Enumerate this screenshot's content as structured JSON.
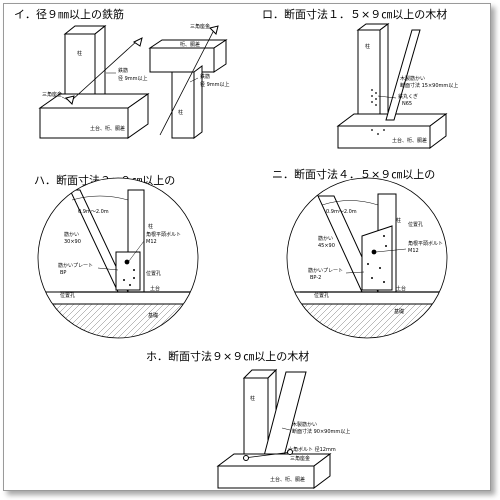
{
  "panels": {
    "i": {
      "title": "イ．径９㎜以上の鉄筋",
      "labels": {
        "post1": "柱",
        "rebar1": "鉄筋",
        "rebar1_spec": "径 9mm以上",
        "triangle1": "三角座金",
        "base1": "土台、桁、胴差",
        "triangle2": "三角座金",
        "base2": "桁、胴差",
        "rebar2": "鉄筋",
        "rebar2_spec": "径 9mm以上",
        "post2": "柱"
      }
    },
    "ro": {
      "title": "ロ．断面寸法１．５×９㎝以上の木材",
      "labels": {
        "post": "柱",
        "brace": "木製筋かい",
        "brace_spec": "断面寸法 15×90mm以上",
        "nail": "鉄丸くぎ",
        "nail_spec": "N65",
        "base": "土台、桁、胴差"
      }
    },
    "ha": {
      "title": "ハ．断面寸法３×９㎝以上の",
      "labels": {
        "dim": "0.9m〜2.0m",
        "post": "柱",
        "brace": "筋かい",
        "brace_size": "30×90",
        "bolt": "角根平頭ボルト",
        "bolt_size": "M12",
        "plate": "筋かいプレート",
        "plate_code": "BP",
        "hole1": "位置孔",
        "hole2": "位置孔",
        "sill": "土台",
        "foundation": "基礎"
      }
    },
    "ni": {
      "title": "ニ．断面寸法４．５×９㎝以上の",
      "labels": {
        "dim": "0.9m〜2.0m",
        "post": "柱",
        "hole1": "位置孔",
        "brace": "筋かい",
        "brace_size": "45×90",
        "bolt": "角根平頭ボルト",
        "bolt_size": "M12",
        "plate": "筋かいプレート",
        "plate_code": "BP-2",
        "hole2": "位置孔",
        "sill": "土台",
        "foundation": "基礎"
      }
    },
    "ho": {
      "title": "ホ．断面寸法９×９㎝以上の木材",
      "labels": {
        "post": "柱",
        "brace": "木製筋かい",
        "brace_spec": "断面寸法 90×90mm以上",
        "bolt": "六角ボルト 径12mm",
        "washer": "三角座金",
        "base": "土台、桁、胴差"
      }
    }
  }
}
